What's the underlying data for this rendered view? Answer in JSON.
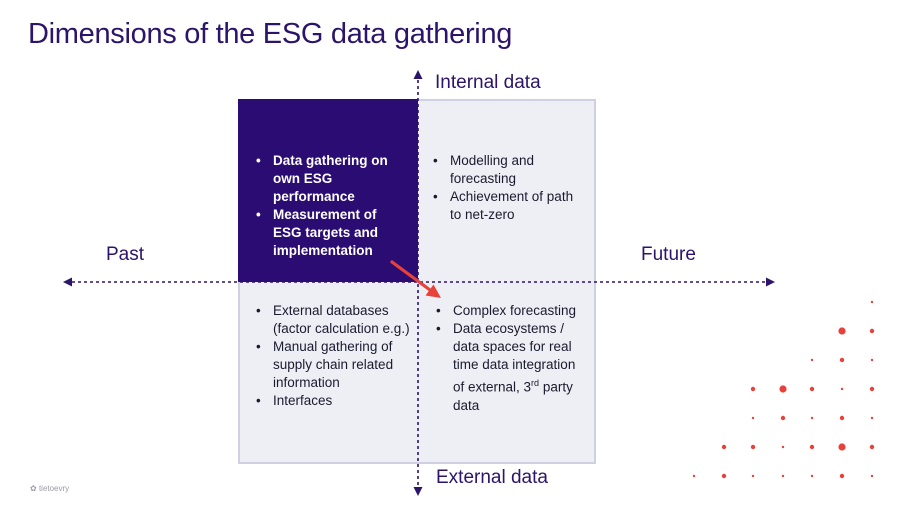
{
  "title": "Dimensions of the ESG data gathering",
  "axes": {
    "top": "Internal data",
    "bottom": "External data",
    "left": "Past",
    "right": "Future"
  },
  "quadrants": {
    "internal_past": [
      "Data gathering on own ESG performance",
      "Measurement of ESG targets and implementation"
    ],
    "internal_future": [
      "Modelling and forecasting",
      "Achievement of path to net-zero"
    ],
    "external_past": [
      "External databases (factor calculation e.g.)",
      "Manual gathering of supply chain related information",
      "Interfaces"
    ],
    "external_future": [
      "Complex forecasting",
      "Data ecosystems / data spaces for real time data integration of external, 3rd party data"
    ]
  },
  "logo_text": "tietoevry",
  "colors": {
    "title": "#2b1469",
    "highlight_quadrant": "#2b0c72",
    "quadrant_bg": "#eeeff5",
    "accent_red": "#e8413a",
    "axis": "#2b1469"
  }
}
